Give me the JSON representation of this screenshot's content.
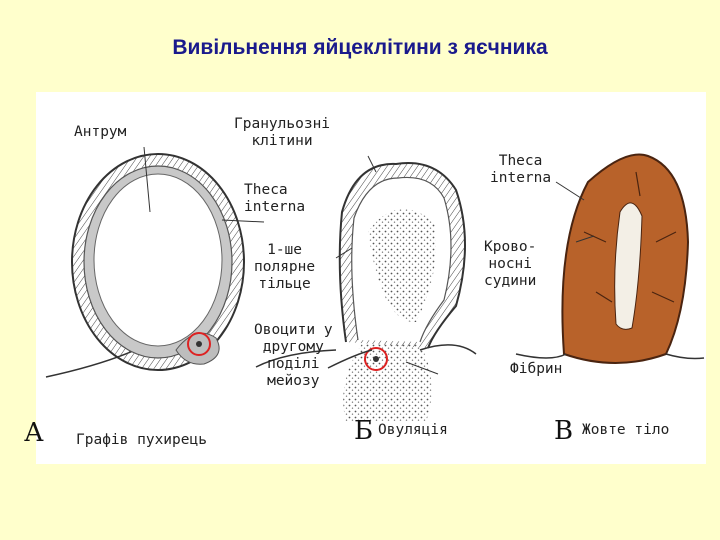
{
  "title": "Вивільнення яйцеклітини з яєчника",
  "labels": {
    "antrum": "Антрум",
    "granulosa": "Гранульозні\nклітини",
    "theca_interna_left": "Theca\ninterna",
    "theca_interna_right": "Theca\ninterna",
    "polar_body": "1-ше\nполярне\nтільце",
    "oocytes": "Овоцити у\nдругому\nподілі\nмейозу",
    "vessels": "Крово-\nносні\nсудини",
    "fibrin": "Фібрин"
  },
  "panels": {
    "a": {
      "letter": "А",
      "caption": "Графів пухирець"
    },
    "b": {
      "letter": "Б",
      "caption": "Овуляція"
    },
    "c": {
      "letter": "В",
      "caption": "Жовте тіло"
    }
  },
  "colors": {
    "background": "#ffffcc",
    "title": "#1a1a8c",
    "corpus_luteum": "#b8622a",
    "oocyte_circle": "#dd2222"
  }
}
